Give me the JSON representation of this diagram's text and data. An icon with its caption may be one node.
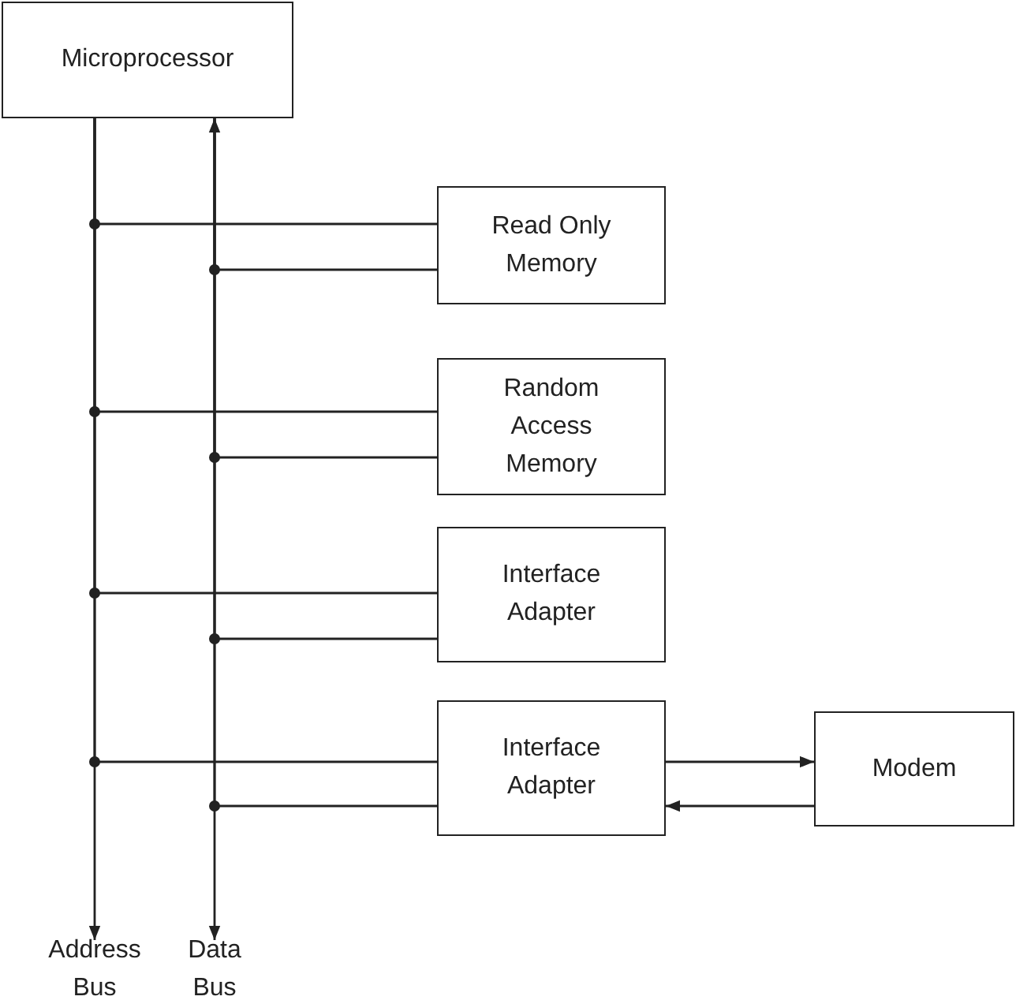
{
  "diagram": {
    "nodes": [
      {
        "text": [
          "Microprocessor"
        ]
      },
      {
        "text": [
          "Read Only Memory"
        ]
      },
      {
        "text": [
          "Random Access Memory"
        ]
      },
      {
        "text": [
          "Interface Adapter"
        ]
      },
      {
        "text": [
          "Interface Adapter"
        ]
      },
      {
        "text": [
          "Modem"
        ]
      },
      {
        "text": [
          "Address Bus"
        ]
      },
      {
        "text": [
          "Data Bus"
        ]
      }
    ],
    "edges": [
      {
        "from": 0,
        "to": 6,
        "arrow": "to"
      },
      {
        "from": 0,
        "to": 7,
        "arrow": "both"
      },
      {
        "from": 0,
        "to": 1,
        "arrow": "none"
      },
      {
        "from": 0,
        "to": 1,
        "arrow": "none"
      },
      {
        "from": 0,
        "to": 2,
        "arrow": "none"
      },
      {
        "from": 0,
        "to": 2,
        "arrow": "none"
      },
      {
        "from": 0,
        "to": 3,
        "arrow": "none"
      },
      {
        "from": 0,
        "to": 3,
        "arrow": "none"
      },
      {
        "from": 0,
        "to": 4,
        "arrow": "none"
      },
      {
        "from": 0,
        "to": 4,
        "arrow": "none"
      },
      {
        "from": 4,
        "to": 5,
        "arrow": "to"
      },
      {
        "from": 5,
        "to": 4,
        "arrow": "to"
      }
    ]
  }
}
